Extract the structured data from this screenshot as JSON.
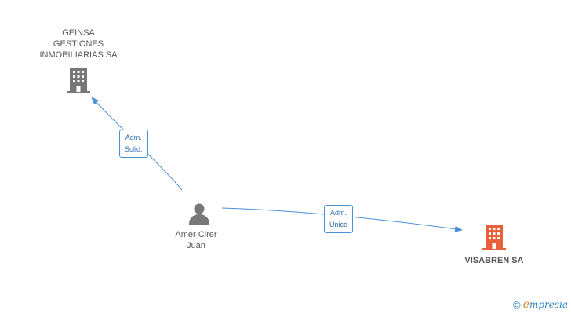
{
  "nodes": {
    "geinsa": {
      "lines": [
        "GEINSA",
        "GESTIONES",
        "INMOBILIARIAS SA"
      ],
      "icon": "building-icon",
      "color": "#777777"
    },
    "person": {
      "lines": [
        "Amer Cirer",
        "Juan"
      ],
      "icon": "person-icon",
      "color": "#777777"
    },
    "visabren": {
      "label": "VISABREN SA",
      "icon": "building-icon",
      "color": "#e8613a"
    }
  },
  "edges": {
    "person_to_geinsa": {
      "lines": [
        "Adm.",
        "Solid."
      ]
    },
    "person_to_visabren": {
      "lines": [
        "Adm.",
        "Unico"
      ]
    }
  },
  "footer": {
    "copyright": "©",
    "brand_e": "e",
    "brand_rest": "mpresia"
  },
  "colors": {
    "edge": "#4a90d9"
  }
}
